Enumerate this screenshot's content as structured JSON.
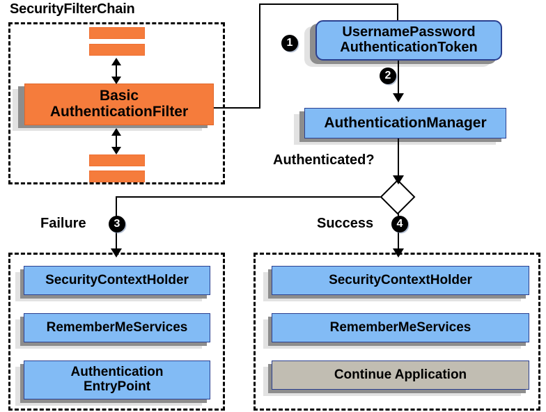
{
  "diagram": {
    "title_text": "SecurityFilterChain",
    "groups": {
      "filter_chain": {
        "label": "SecurityFilterChain"
      },
      "failure": {
        "label": "Failure"
      },
      "success": {
        "label": "Success"
      }
    },
    "labels": {
      "authenticated_question": "Authenticated?",
      "failure": "Failure",
      "success": "Success"
    },
    "badges": {
      "one": "1",
      "two": "2",
      "three": "3",
      "four": "4"
    },
    "nodes": {
      "filter_bar_top_1": "",
      "filter_bar_top_2": "",
      "basic_authentication_filter_line1": "Basic",
      "basic_authentication_filter_line2": "AuthenticationFilter",
      "filter_bar_bottom_1": "",
      "filter_bar_bottom_2": "",
      "username_password_token_line1": "UsernamePassword",
      "username_password_token_line2": "AuthenticationToken",
      "authentication_manager": "AuthenticationManager",
      "failure_security_context_holder": "SecurityContextHolder",
      "failure_remember_me_services": "RememberMeServices",
      "failure_authentication_entry_point_line1": "Authentication",
      "failure_authentication_entry_point_line2": "EntryPoint",
      "success_security_context_holder": "SecurityContextHolder",
      "success_remember_me_services": "RememberMeServices",
      "success_continue_application": "Continue Application"
    },
    "colors": {
      "orange_fill": "#f57c3c",
      "blue_fill": "#82bbf5",
      "blue_border": "#2a3f8f",
      "gray_fill": "#c1bdb2",
      "shadow_dark": "#8d8d8d",
      "shadow_light": "#e2e2e2",
      "stroke": "#000000",
      "badge_fill": "#000000",
      "badge_text": "#ffffff"
    }
  }
}
